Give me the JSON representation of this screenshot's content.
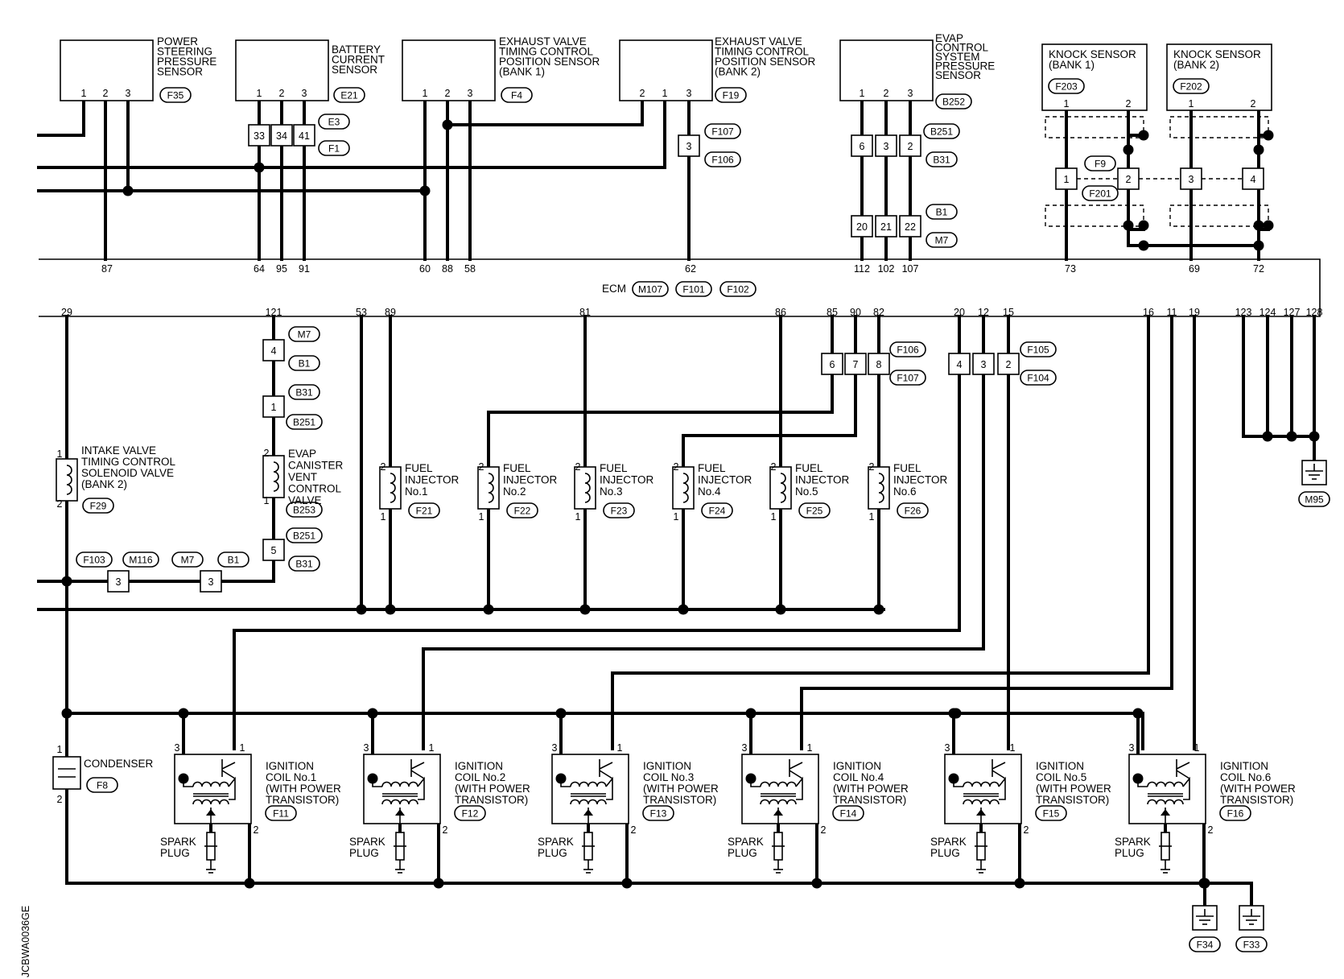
{
  "sensors": {
    "power_steering": {
      "name": [
        "POWER",
        "STEERING",
        "PRESSURE",
        "SENSOR"
      ],
      "connector": "F35",
      "pins": [
        "1",
        "2",
        "3"
      ]
    },
    "battery_current": {
      "name": [
        "BATTERY",
        "CURRENT",
        "SENSOR"
      ],
      "connector": "E21",
      "pins": [
        "1",
        "2",
        "3"
      ]
    },
    "exhaust_bank1": {
      "name": [
        "EXHAUST VALVE",
        "TIMING CONTROL",
        "POSITION SENSOR",
        "(BANK 1)"
      ],
      "connector": "F4",
      "pins": [
        "1",
        "2",
        "3"
      ]
    },
    "exhaust_bank2": {
      "name": [
        "EXHAUST VALVE",
        "TIMING CONTROL",
        "POSITION SENSOR",
        "(BANK 2)"
      ],
      "connector": "F19",
      "pins": [
        "2",
        "1",
        "3"
      ]
    },
    "evap_pressure": {
      "name": [
        "EVAP",
        "CONTROL",
        "SYSTEM",
        "PRESSURE",
        "SENSOR"
      ],
      "connector": "B252",
      "pins": [
        "1",
        "2",
        "3"
      ]
    },
    "knock_bank1": {
      "name": [
        "KNOCK SENSOR",
        "(BANK 1)"
      ],
      "connector": "F203",
      "pins": [
        "1",
        "2"
      ]
    },
    "knock_bank2": {
      "name": [
        "KNOCK SENSOR",
        "(BANK 2)"
      ],
      "connector": "F202",
      "pins": [
        "1",
        "2"
      ]
    }
  },
  "inline_connectors": {
    "e3_f1": {
      "cells": [
        "33",
        "34",
        "41"
      ],
      "tags": [
        "E3",
        "F1"
      ]
    },
    "f107_f106": {
      "cells": [
        "3"
      ],
      "tags": [
        "F107",
        "F106"
      ]
    },
    "b251_b31": {
      "cells": [
        "6",
        "3",
        "2"
      ],
      "tags": [
        "B251",
        "B31"
      ]
    },
    "b1_m7": {
      "cells": [
        "20",
        "21",
        "22"
      ],
      "tags": [
        "B1",
        "M7"
      ]
    },
    "f9_f201": {
      "cells": [
        "1",
        "2",
        "3",
        "4"
      ],
      "tags": [
        "F9",
        "F201"
      ]
    },
    "m7_b1": {
      "cells": [
        "4"
      ],
      "tags": [
        "M7",
        "B1"
      ]
    },
    "b31_b251": {
      "cells": [
        "1"
      ],
      "tags": [
        "B31",
        "B251"
      ]
    },
    "b251_b31_lower": {
      "cells": [
        "5"
      ],
      "tags": [
        "B251",
        "B31"
      ]
    },
    "f106_f107": {
      "cells": [
        "6",
        "7",
        "8"
      ],
      "tags": [
        "F106",
        "F107"
      ]
    },
    "f105_f104": {
      "cells": [
        "4",
        "3",
        "2"
      ],
      "tags": [
        "F105",
        "F104"
      ]
    },
    "f103_m116": {
      "cells": [
        "3"
      ],
      "tags": [
        "F103",
        "M116"
      ]
    },
    "m7_b1_lower": {
      "cells": [
        "3"
      ],
      "tags": [
        "M7",
        "B1"
      ]
    }
  },
  "ecm": {
    "label": "ECM",
    "connectors": [
      "M107",
      "F101",
      "F102"
    ],
    "top_pins": [
      "87",
      "64",
      "95",
      "91",
      "60",
      "88",
      "58",
      "62",
      "112",
      "102",
      "107",
      "73",
      "69",
      "72"
    ],
    "bottom_pins": [
      "29",
      "121",
      "53",
      "89",
      "81",
      "86",
      "85",
      "90",
      "82",
      "20",
      "12",
      "15",
      "16",
      "11",
      "19",
      "123",
      "124",
      "127",
      "128"
    ]
  },
  "actuators": {
    "intake_valve": {
      "name": [
        "INTAKE VALVE",
        "TIMING CONTROL",
        "SOLENOID VALVE",
        "(BANK 2)"
      ],
      "connector": "F29",
      "pins": [
        "1",
        "2"
      ]
    },
    "evap_vent": {
      "name": [
        "EVAP",
        "CANISTER",
        "VENT",
        "CONTROL",
        "VALVE"
      ],
      "connector": "B253",
      "pins": [
        "2",
        "1"
      ]
    }
  },
  "injectors": [
    {
      "name": [
        "FUEL",
        "INJECTOR",
        "No.1"
      ],
      "connector": "F21"
    },
    {
      "name": [
        "FUEL",
        "INJECTOR",
        "No.2"
      ],
      "connector": "F22"
    },
    {
      "name": [
        "FUEL",
        "INJECTOR",
        "No.3"
      ],
      "connector": "F23"
    },
    {
      "name": [
        "FUEL",
        "INJECTOR",
        "No.4"
      ],
      "connector": "F24"
    },
    {
      "name": [
        "FUEL",
        "INJECTOR",
        "No.5"
      ],
      "connector": "F25"
    },
    {
      "name": [
        "FUEL",
        "INJECTOR",
        "No.6"
      ],
      "connector": "F26"
    }
  ],
  "injector_pins": [
    "2",
    "1"
  ],
  "condenser": {
    "name": "CONDENSER",
    "connector": "F8",
    "pins": [
      "1",
      "2"
    ]
  },
  "ignition_coils": [
    {
      "name": [
        "IGNITION",
        "COIL No.1",
        "(WITH POWER",
        "TRANSISTOR)"
      ],
      "connector": "F11"
    },
    {
      "name": [
        "IGNITION",
        "COIL No.2",
        "(WITH POWER",
        "TRANSISTOR)"
      ],
      "connector": "F12"
    },
    {
      "name": [
        "IGNITION",
        "COIL No.3",
        "(WITH POWER",
        "TRANSISTOR)"
      ],
      "connector": "F13"
    },
    {
      "name": [
        "IGNITION",
        "COIL No.4",
        "(WITH POWER",
        "TRANSISTOR)"
      ],
      "connector": "F14"
    },
    {
      "name": [
        "IGNITION",
        "COIL No.5",
        "(WITH POWER",
        "TRANSISTOR)"
      ],
      "connector": "F15"
    },
    {
      "name": [
        "IGNITION",
        "COIL No.6",
        "(WITH POWER",
        "TRANSISTOR)"
      ],
      "connector": "F16"
    }
  ],
  "coil_pins": [
    "3",
    "1",
    "2"
  ],
  "spark_plug": [
    "SPARK",
    "PLUG"
  ],
  "grounds": [
    "M95",
    "F34",
    "F33"
  ],
  "code": "JCBWA0036GE"
}
